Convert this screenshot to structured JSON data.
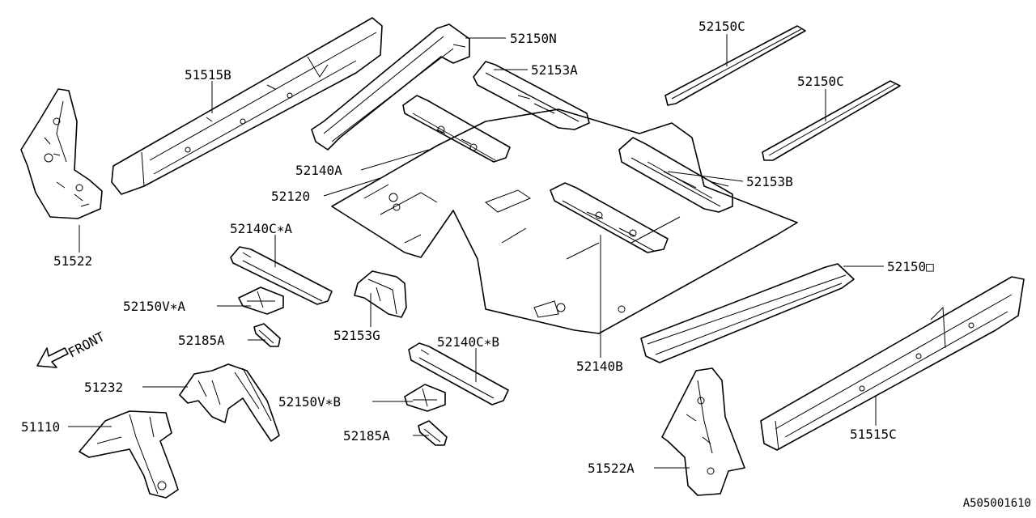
{
  "diagram_id": "A505001610",
  "front_label": "FRONT",
  "callouts": [
    {
      "id": "51515B",
      "label": "51515B"
    },
    {
      "id": "52150N",
      "label": "52150N"
    },
    {
      "id": "52153A",
      "label": "52153A"
    },
    {
      "id": "52150C_1",
      "label": "52150C"
    },
    {
      "id": "52150C_2",
      "label": "52150C"
    },
    {
      "id": "52140A",
      "label": "52140A"
    },
    {
      "id": "52120",
      "label": "52120"
    },
    {
      "id": "52153B",
      "label": "52153B"
    },
    {
      "id": "51522",
      "label": "51522"
    },
    {
      "id": "52140CA",
      "label": "52140C∗A"
    },
    {
      "id": "52150VA",
      "label": "52150V∗A"
    },
    {
      "id": "52185A_1",
      "label": "52185A"
    },
    {
      "id": "52153G",
      "label": "52153G"
    },
    {
      "id": "52150D",
      "label": "52150□"
    },
    {
      "id": "52140CB",
      "label": "52140C∗B"
    },
    {
      "id": "52140B",
      "label": "52140B"
    },
    {
      "id": "51232",
      "label": "51232"
    },
    {
      "id": "52150VB",
      "label": "52150V∗B"
    },
    {
      "id": "51110",
      "label": "51110"
    },
    {
      "id": "52185A_2",
      "label": "52185A"
    },
    {
      "id": "51515C",
      "label": "51515C"
    },
    {
      "id": "51522A",
      "label": "51522A"
    }
  ]
}
